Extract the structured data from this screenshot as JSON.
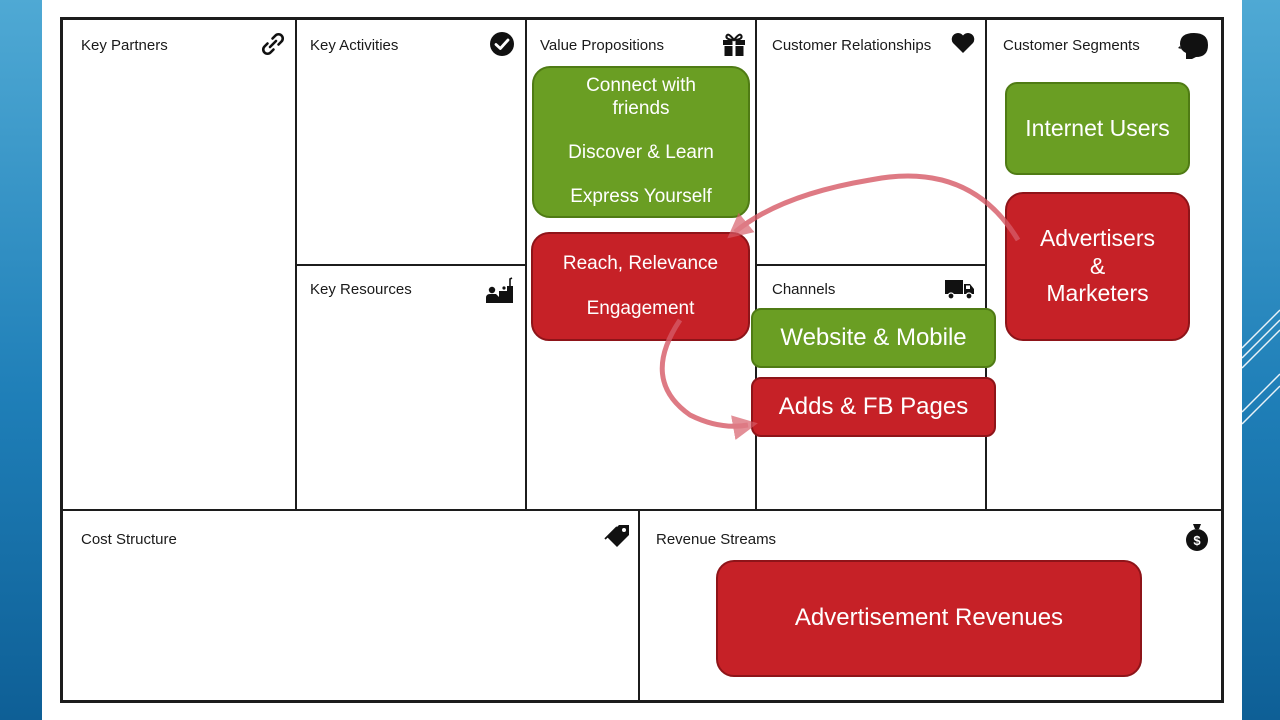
{
  "canvas": {
    "key_partners": {
      "title": "Key Partners",
      "icon": "link-icon"
    },
    "key_activities": {
      "title": "Key Activities",
      "icon": "check-circle-icon"
    },
    "key_resources": {
      "title": "Key Resources",
      "icon": "worker-icon"
    },
    "value_propositions": {
      "title": "Value Propositions",
      "icon": "gift-icon",
      "green_items": [
        "Connect with",
        "friends",
        "Discover & Learn",
        "Express Yourself"
      ],
      "red_items": [
        "Reach, Relevance",
        "Engagement"
      ]
    },
    "customer_relationships": {
      "title": "Customer Relationships",
      "icon": "heart-icon"
    },
    "channels": {
      "title": "Channels",
      "icon": "truck-icon",
      "green_item": "Website & Mobile",
      "red_item": "Adds & FB Pages"
    },
    "customer_segments": {
      "title": "Customer Segments",
      "icon": "head-icon",
      "green_item": "Internet Users",
      "red_items": [
        "Advertisers",
        "&",
        "Marketers"
      ]
    },
    "cost_structure": {
      "title": "Cost Structure",
      "icon": "price-tag-icon"
    },
    "revenue_streams": {
      "title": "Revenue Streams",
      "icon": "money-bag-icon",
      "red_item": "Advertisement Revenues"
    }
  },
  "colors": {
    "green": "#6a9e23",
    "red": "#c62127",
    "arrow": "#d65a66",
    "grid": "#1c1c1c"
  }
}
